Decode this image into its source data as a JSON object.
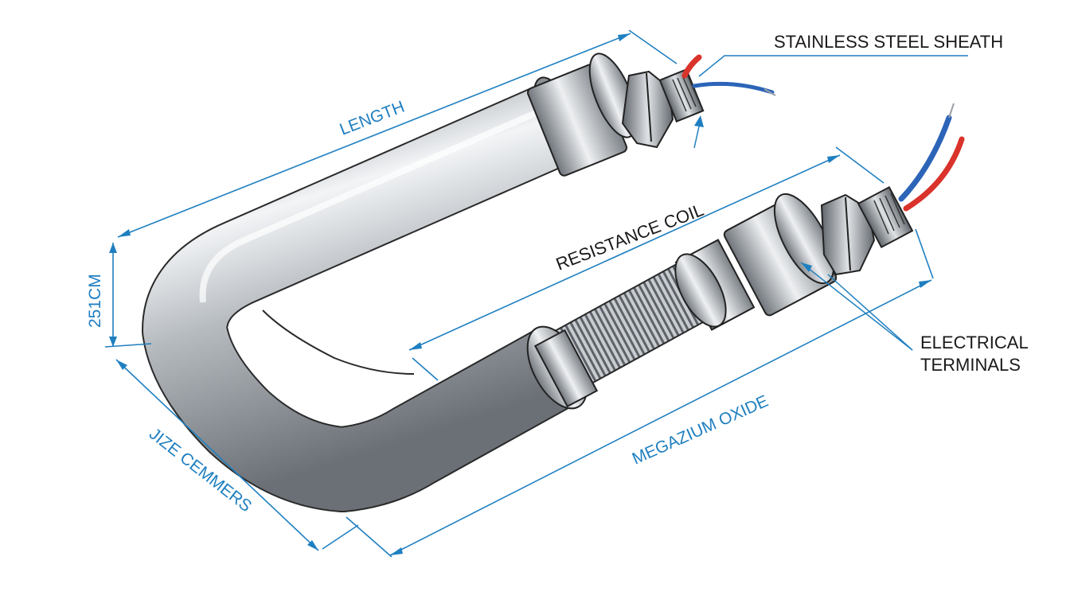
{
  "labels": {
    "stainless_steel_sheath": "STAINLESS STEEL SHEATH",
    "length": "LENGTH",
    "resistance_coil": "RESISTANCE COIL",
    "electrical_terminals_line1": "ELECTRICAL",
    "electrical_terminals_line2": "TERMINALS",
    "dimension_25cm": "251CM",
    "size_centimeters": "JIZE CEMMERS",
    "magnesium_oxide": "MEGAZIUM OXIDE"
  },
  "colors": {
    "dimension_blue": "#1f7fc0",
    "label_black": "#1a1a1a",
    "wire_red": "#d9332b",
    "wire_blue": "#2c64b8",
    "steel_light": "#f2f4f6",
    "steel_dark": "#7c8288"
  }
}
